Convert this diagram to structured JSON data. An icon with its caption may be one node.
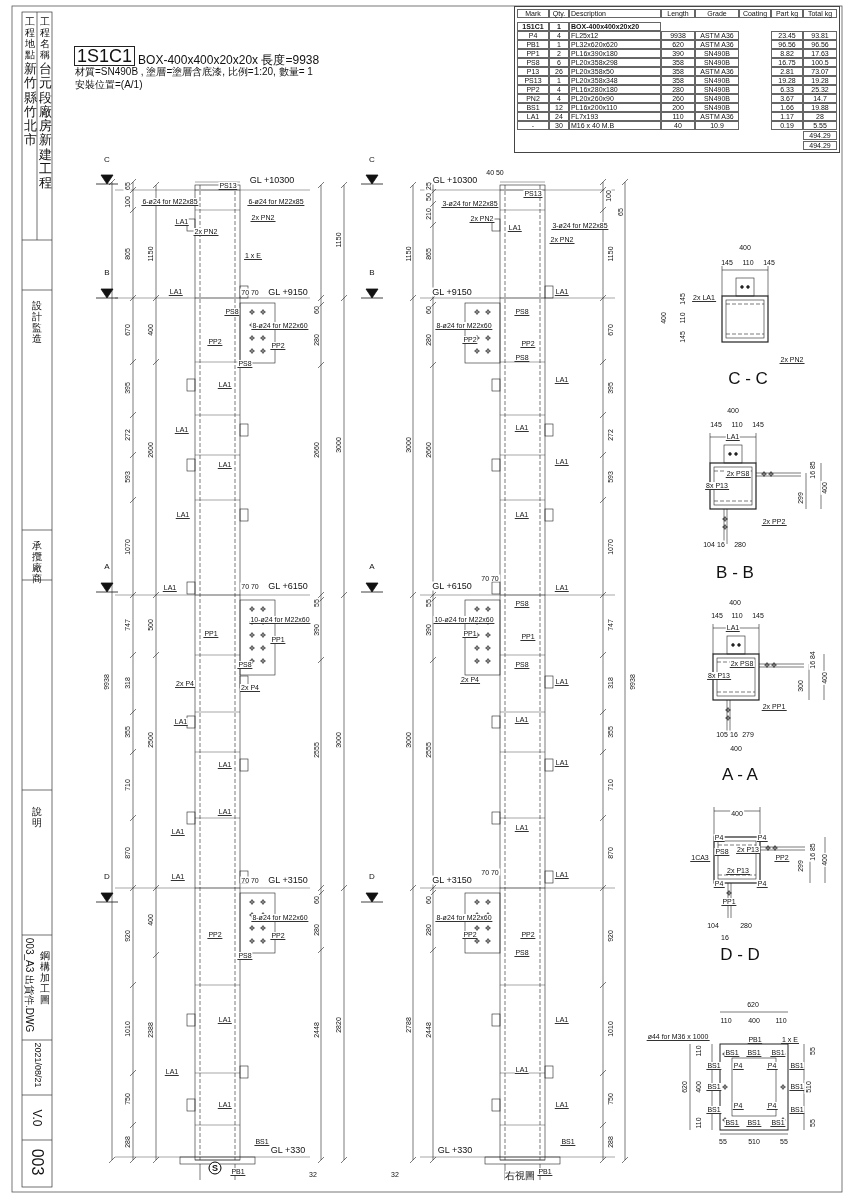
{
  "diagram": {
    "labels": [
      "1S1C1",
      "BOX-400x400x20x20x 長度=9938",
      "材質=SN490B , 塗層=塗層含底漆, 比例=1:20, 數量= 1",
      "安裝位置=(A/1)",
      "Mark",
      "Qty.",
      "Description",
      "Length",
      "Grade",
      "Coating",
      "Part kg",
      "Total kg",
      "1S1C1",
      "1",
      "BOX-400x400x20x20",
      "P4",
      "4",
      "FL25x12",
      "9938",
      "ASTM A36",
      "23.45",
      "93.81",
      "PB1",
      "1",
      "PL32x620x620",
      "620",
      "ASTM A36",
      "96.56",
      "96.56",
      "PP1",
      "2",
      "PL16x390x180",
      "390",
      "SN490B",
      "8.82",
      "17.63",
      "PS8",
      "6",
      "PL20x358x298",
      "358",
      "SN490B",
      "16.75",
      "100.5",
      "P13",
      "26",
      "PL20x358x50",
      "358",
      "ASTM A36",
      "2.81",
      "73.07",
      "PS13",
      "1",
      "PL20x358x348",
      "358",
      "SN490B",
      "19.28",
      "19.28",
      "PP2",
      "4",
      "PL16x280x180",
      "280",
      "SN490B",
      "6.33",
      "25.32",
      "PN2",
      "4",
      "PL20x260x90",
      "260",
      "SN490B",
      "3.67",
      "14.7",
      "BS1",
      "12",
      "PL16x200x110",
      "200",
      "SN490B",
      "1.66",
      "19.88",
      "LA1",
      "24",
      "FL7x193",
      "110",
      "ASTM A36",
      "1.17",
      "28",
      "-",
      "30",
      "M16 x 40 M.B",
      "40",
      "10.9",
      "0.19",
      "5.55",
      "494.29",
      "494.29",
      "C",
      "B",
      "A",
      "D",
      "65",
      "100",
      "805",
      "670",
      "395",
      "272",
      "593",
      "1070",
      "747",
      "318",
      "355",
      "710",
      "870",
      "920",
      "1010",
      "750",
      "288",
      "9938",
      "1150",
      "400",
      "2600",
      "500",
      "2500",
      "400",
      "2388",
      "1150",
      "60",
      "280",
      "2660",
      "3000",
      "55",
      "390",
      "2555",
      "3000",
      "60",
      "280",
      "2448",
      "2820",
      "GL +10300",
      "70 70",
      "GL +9150",
      "70 70",
      "GL +6150",
      "70 70",
      "GL +3150",
      "GL +330",
      "32",
      "S",
      "6-ø24 for M22x85",
      "PS13",
      "6-ø24 for M22x85",
      "2x PN2",
      "2x PN2",
      "LA1",
      "1 x E",
      "LA1",
      "PS8",
      "8-ø24 for M22x60",
      "PP2",
      "PP2",
      "PS8",
      "LA1",
      "LA1",
      "LA1",
      "LA1",
      "LA1",
      "10-ø24 for M22x60",
      "PP1",
      "PP1",
      "PS8",
      "2x P4",
      "2x P4",
      "LA1",
      "LA1",
      "LA1",
      "LA1",
      "LA1",
      "8-ø24 for M22x60",
      "PP2",
      "PP2",
      "PS8",
      "LA1",
      "LA1",
      "LA1",
      "BS1",
      "PB1",
      "C",
      "B",
      "A",
      "D",
      "25",
      "50",
      "210",
      "1150",
      "865",
      "60",
      "280",
      "3000",
      "2660",
      "55",
      "390",
      "3000",
      "2555",
      "60",
      "280",
      "2788",
      "2448",
      "GL +10300",
      "40 50",
      "100",
      "65",
      "1150",
      "670",
      "395",
      "272",
      "593",
      "1070",
      "747",
      "318",
      "355",
      "710",
      "870",
      "920",
      "1010",
      "750",
      "288",
      "9938",
      "GL +9150",
      "GL +6150",
      "70 70",
      "GL +3150",
      "70 70",
      "GL +330",
      "32",
      "右視圖",
      "3-ø24 for M22x85",
      "2x PN2",
      "LA1",
      "PS13",
      "2x PN2",
      "3-ø24 for M22x85",
      "LA1",
      "PS8",
      "8-ø24 for M22x60",
      "PP2",
      "PP2",
      "PS8",
      "LA1",
      "LA1",
      "LA1",
      "LA1",
      "LA1",
      "PS8",
      "10-ø24 for M22x60",
      "PP1",
      "PP1",
      "PS8",
      "2x P4",
      "LA1",
      "LA1",
      "LA1",
      "LA1",
      "LA1",
      "8-ø24 for M22x60",
      "PP2",
      "PP2",
      "PS8",
      "LA1",
      "LA1",
      "LA1",
      "BS1",
      "PB1",
      "400",
      "145",
      "110",
      "145",
      "400",
      "145",
      "110",
      "145",
      "2x LA1",
      "2x PN2",
      "C - C",
      "400",
      "145",
      "110",
      "145",
      "LA1",
      "2x PS8",
      "8x P13",
      "16 85",
      "400",
      "299",
      "2x PP2",
      "104",
      "16",
      "280",
      "B - B",
      "400",
      "145",
      "110",
      "145",
      "LA1",
      "2x PS8",
      "8x P13",
      "16 84",
      "400",
      "300",
      "2x PP1",
      "105",
      "16",
      "279",
      "400",
      "A - A",
      "400",
      "P4",
      "P4",
      "1CA3",
      "PS8",
      "2x P13",
      "PP2",
      "2x P13",
      "P4",
      "P4",
      "16 85",
      "400",
      "299",
      "PP1",
      "104",
      "280",
      "16",
      "D - D",
      "620",
      "110",
      "400",
      "110",
      "ø44 for M36 x 1000",
      "PB1",
      "1 x E",
      "BS1",
      "BS1",
      "BS1",
      "BS1",
      "P4",
      "P4",
      "BS1",
      "BS1",
      "BS1",
      "P4",
      "P4",
      "BS1",
      "BS1",
      "BS1",
      "BS1",
      "BS1",
      "110",
      "400",
      "110",
      "620",
      "55",
      "510",
      "55",
      "55",
      "510",
      "55",
      "工程名稱",
      "台元段廠房新建工程",
      "工程地點",
      "新竹縣竹北市",
      "設計監造",
      "承攬廠商",
      "說明",
      "鋼構加工圖",
      "003_A3 出貨件.DWG",
      "2021/08/21",
      "V.0",
      "003"
    ]
  }
}
